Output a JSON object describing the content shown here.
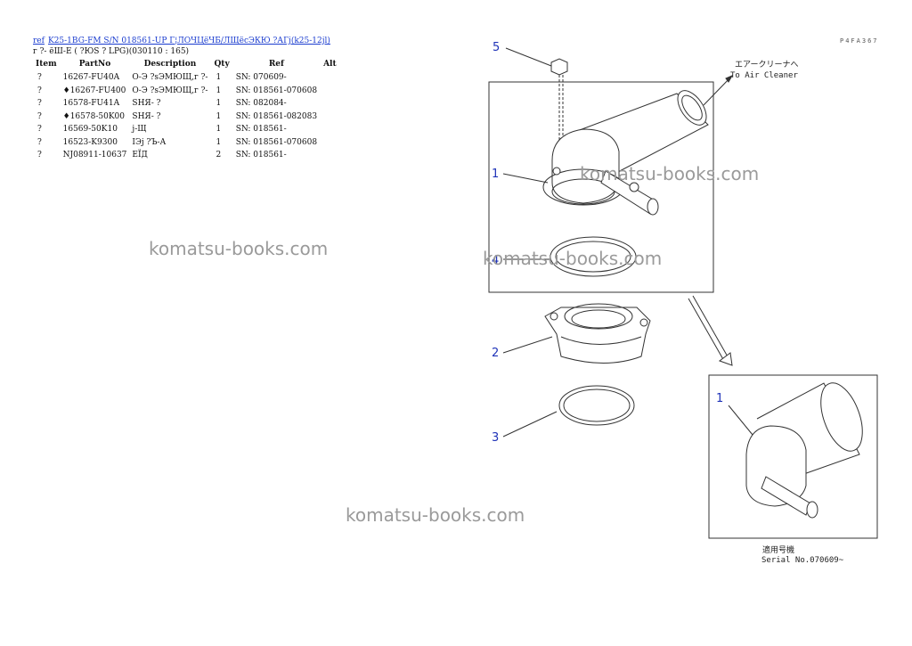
{
  "header": {
    "ref_link": "ref",
    "title_link": "K25-1BG-FM S/N 018561-UP Г¦ЛОЧЦёЧБ/ЛЩёсЭКЮ ?АГj(k25-12jl)"
  },
  "subtitle": "г ?- ёШ-Е ( ?ЮS ? LPG)(030110 : 165)",
  "table": {
    "headers": [
      "Item",
      "PartNo",
      "Description",
      "Qty",
      "Ref",
      "Alt"
    ],
    "rows": [
      {
        "item": "?",
        "part_no": "16267-FU40A",
        "description": "О-Э ?sЭМЮЩ,г ?-",
        "qty": "1",
        "ref": "SN: 070609-",
        "alt": ""
      },
      {
        "item": "?",
        "part_no": "♦16267-FU400",
        "description": "О-Э ?sЭМЮЩ,г ?-",
        "qty": "1",
        "ref": "SN: 018561-070608",
        "alt": ""
      },
      {
        "item": "?",
        "part_no": "16578-FU41A",
        "description": "SНЯ- ?",
        "qty": "1",
        "ref": "SN: 082084-",
        "alt": ""
      },
      {
        "item": "?",
        "part_no": "♦16578-50K00",
        "description": "SНЯ- ?",
        "qty": "1",
        "ref": "SN: 018561-082083",
        "alt": ""
      },
      {
        "item": "?",
        "part_no": "16569-50K10",
        "description": "j-Щ",
        "qty": "1",
        "ref": "SN: 018561-",
        "alt": ""
      },
      {
        "item": "?",
        "part_no": "16523-K9300",
        "description": "ІЭj ?Ъ-А",
        "qty": "1",
        "ref": "SN: 018561-070608",
        "alt": ""
      },
      {
        "item": "?",
        "part_no": "NJ08911-10637",
        "description": "ЕЇД",
        "qty": "2",
        "ref": "SN: 018561-",
        "alt": ""
      }
    ]
  },
  "watermark": "komatsu-books.com",
  "diagram": {
    "page_code": "P4FA367",
    "callouts": [
      "5",
      "1",
      "4",
      "2",
      "3",
      "1"
    ],
    "air_cleaner_jp": "エアークリーナへ",
    "air_cleaner_en": "To Air Cleaner",
    "serial_jp": "適用号機",
    "serial_en": "Serial No.070609~"
  }
}
